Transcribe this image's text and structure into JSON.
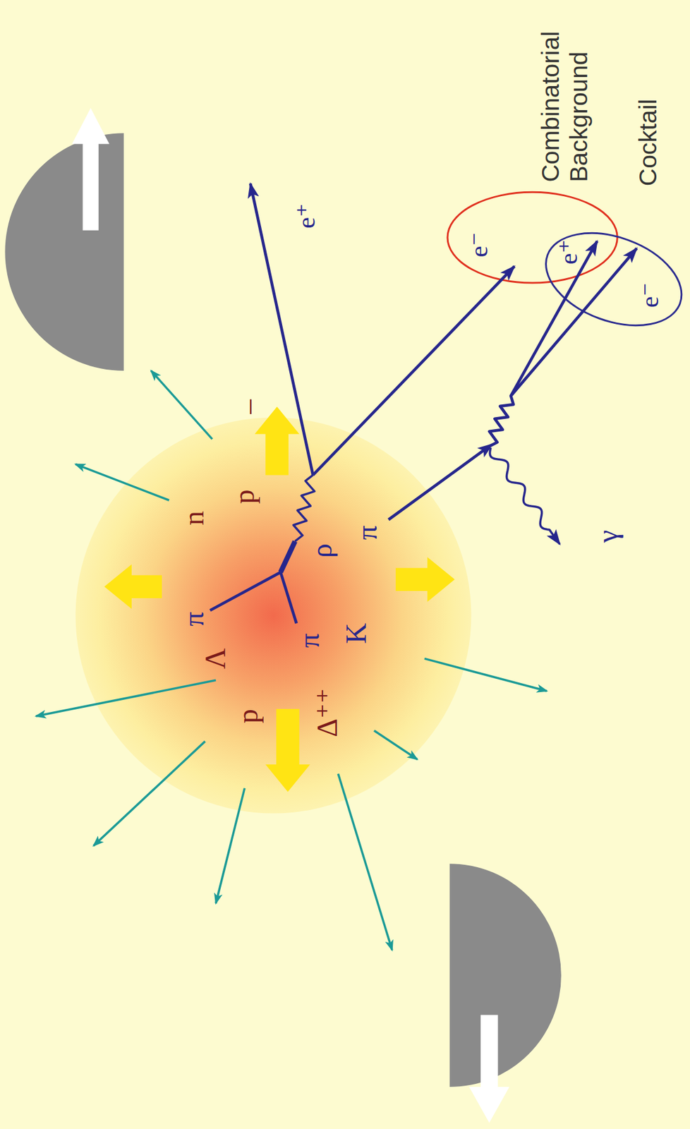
{
  "diagram": {
    "nodes": [
      {
        "text": [
          "p",
          "n",
          "–",
          "ρ",
          "π",
          "π",
          "Λ",
          "p",
          "π",
          "K",
          "Δ⁺⁺"
        ]
      },
      {
        "text": [
          "e⁻",
          "Combinatorial Background"
        ]
      },
      {
        "text": [
          "e⁺",
          "e⁻",
          "Cocktail"
        ]
      }
    ],
    "edges": [
      {
        "from": 0,
        "to": 1,
        "arrow": "to"
      },
      {
        "from": 0,
        "to": 2,
        "arrow": "to"
      }
    ],
    "labels": [
      "e⁺",
      "γ"
    ]
  }
}
